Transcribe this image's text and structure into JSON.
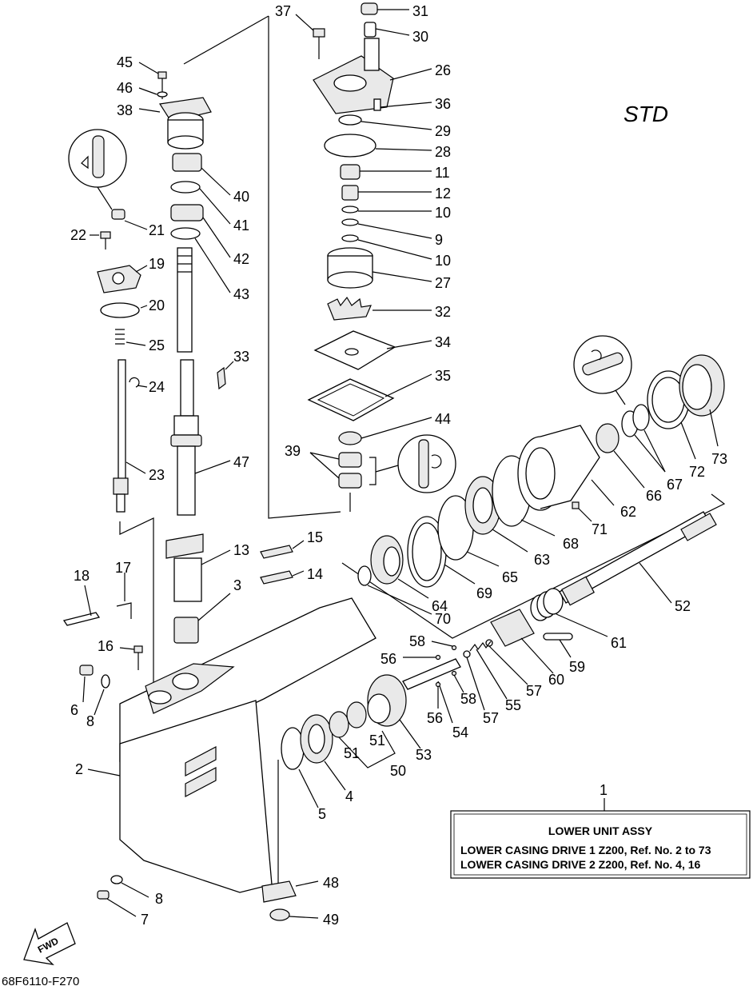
{
  "diagram": {
    "header_label": "STD",
    "drawing_code": "68F6110-F270",
    "fwd_arrow_label": "FWD",
    "assembly_box": {
      "ref_number": "1",
      "title": "LOWER UNIT ASSY",
      "line1": "LOWER CASING DRIVE 1 Z200, Ref. No. 2 to 73",
      "line2": "LOWER CASING DRIVE 2 Z200, Ref. No. 4, 16"
    },
    "callouts": [
      "37",
      "31",
      "30",
      "26",
      "36",
      "29",
      "28",
      "11",
      "12",
      "10",
      "9",
      "10",
      "27",
      "32",
      "34",
      "35",
      "44",
      "39",
      "45",
      "46",
      "38",
      "40",
      "41",
      "42",
      "43",
      "21",
      "22",
      "19",
      "20",
      "25",
      "24",
      "23",
      "33",
      "47",
      "13",
      "15",
      "14",
      "3",
      "18",
      "17",
      "16",
      "6",
      "8",
      "2",
      "8",
      "7",
      "48",
      "49",
      "5",
      "4",
      "51",
      "51",
      "50",
      "53",
      "54",
      "56",
      "56",
      "58",
      "58",
      "57",
      "57",
      "55",
      "60",
      "59",
      "61",
      "52",
      "70",
      "64",
      "69",
      "65",
      "63",
      "68",
      "71",
      "62",
      "66",
      "67",
      "72",
      "73"
    ]
  }
}
